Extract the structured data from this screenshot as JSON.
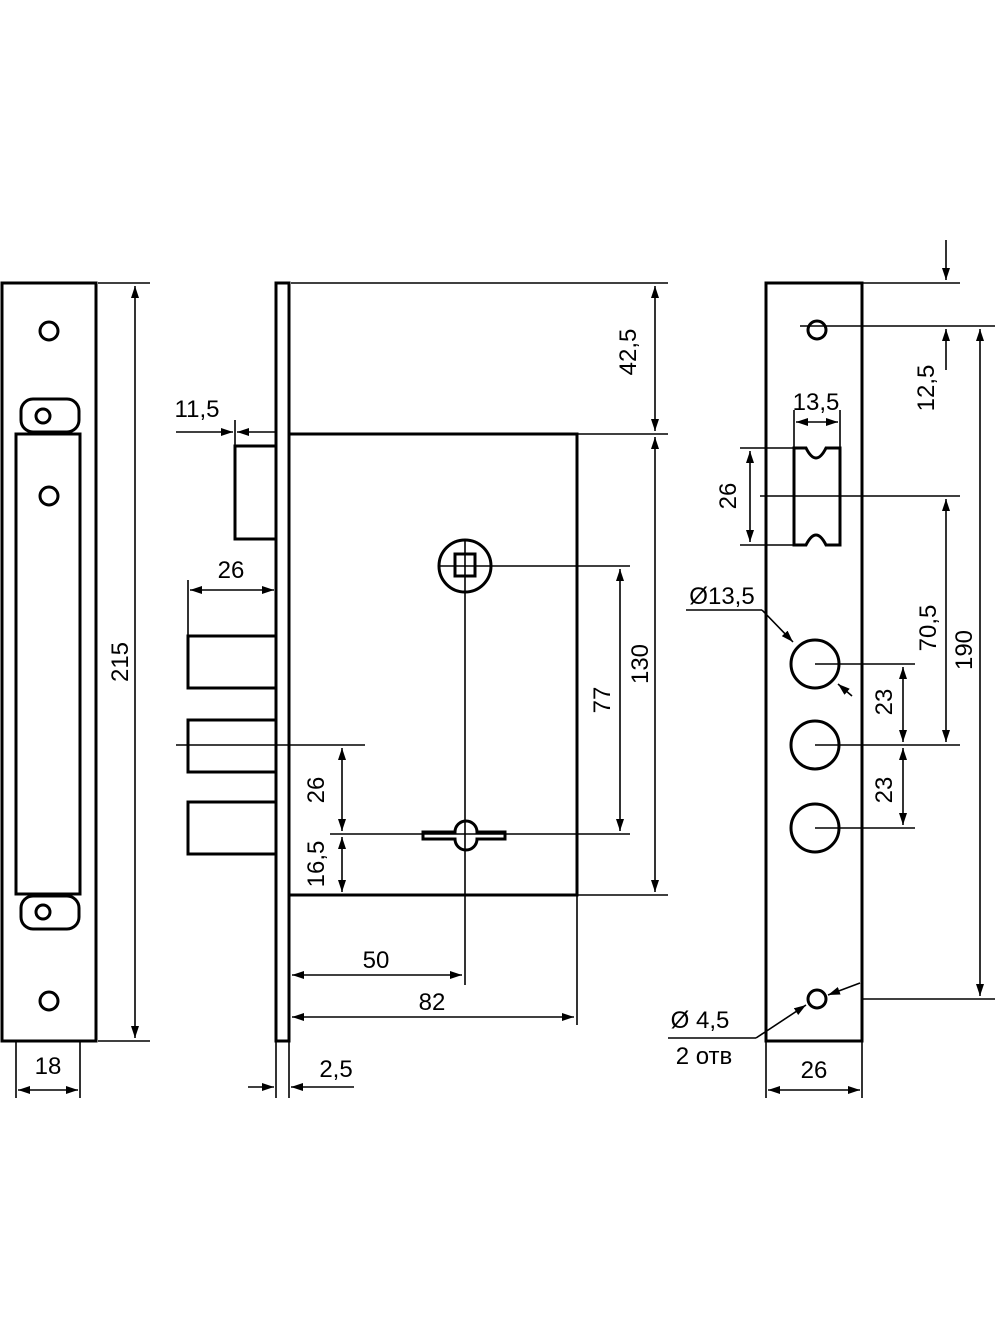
{
  "colors": {
    "stroke": "#000000",
    "background": "#ffffff"
  },
  "dimensions": {
    "strike_plate_length": "215",
    "strike_plate_width": "18",
    "latch_offset": "11,5",
    "bolt_throw": "26",
    "top_to_case": "42,5",
    "case_height": "130",
    "spindle_to_key": "77",
    "bolt_spacing": "26",
    "key_to_bottom": "16,5",
    "backset": "50",
    "case_depth": "82",
    "faceplate_thickness": "2,5",
    "top_hole_offset": "12,5",
    "latch_width": "13,5",
    "latch_height": "26",
    "bolt_hole_diameter": "Ø13,5",
    "hole_to_bolt": "70,5",
    "hole_spacing": "190",
    "bolt_pitch_1": "23",
    "bolt_pitch_2": "23",
    "screw_hole_diameter": "Ø 4,5",
    "screw_hole_count": "2 отв",
    "faceplate_width": "26"
  }
}
